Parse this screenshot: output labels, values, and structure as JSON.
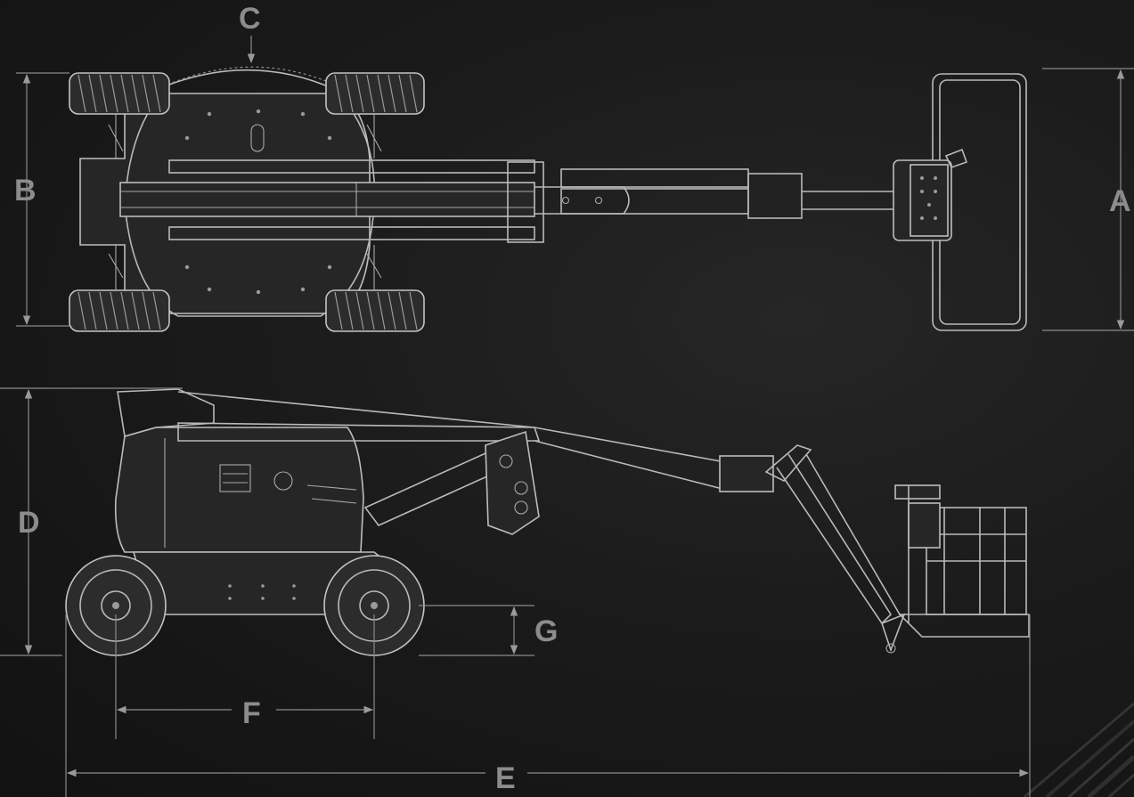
{
  "dimension_labels": {
    "a": "A",
    "b": "B",
    "c": "C",
    "d": "D",
    "e": "E",
    "f": "F",
    "g": "G"
  },
  "colors": {
    "background": "#151515",
    "line": "#b9b9b9",
    "dimension": "#8a8a8a",
    "label": "#8c8c8c"
  }
}
